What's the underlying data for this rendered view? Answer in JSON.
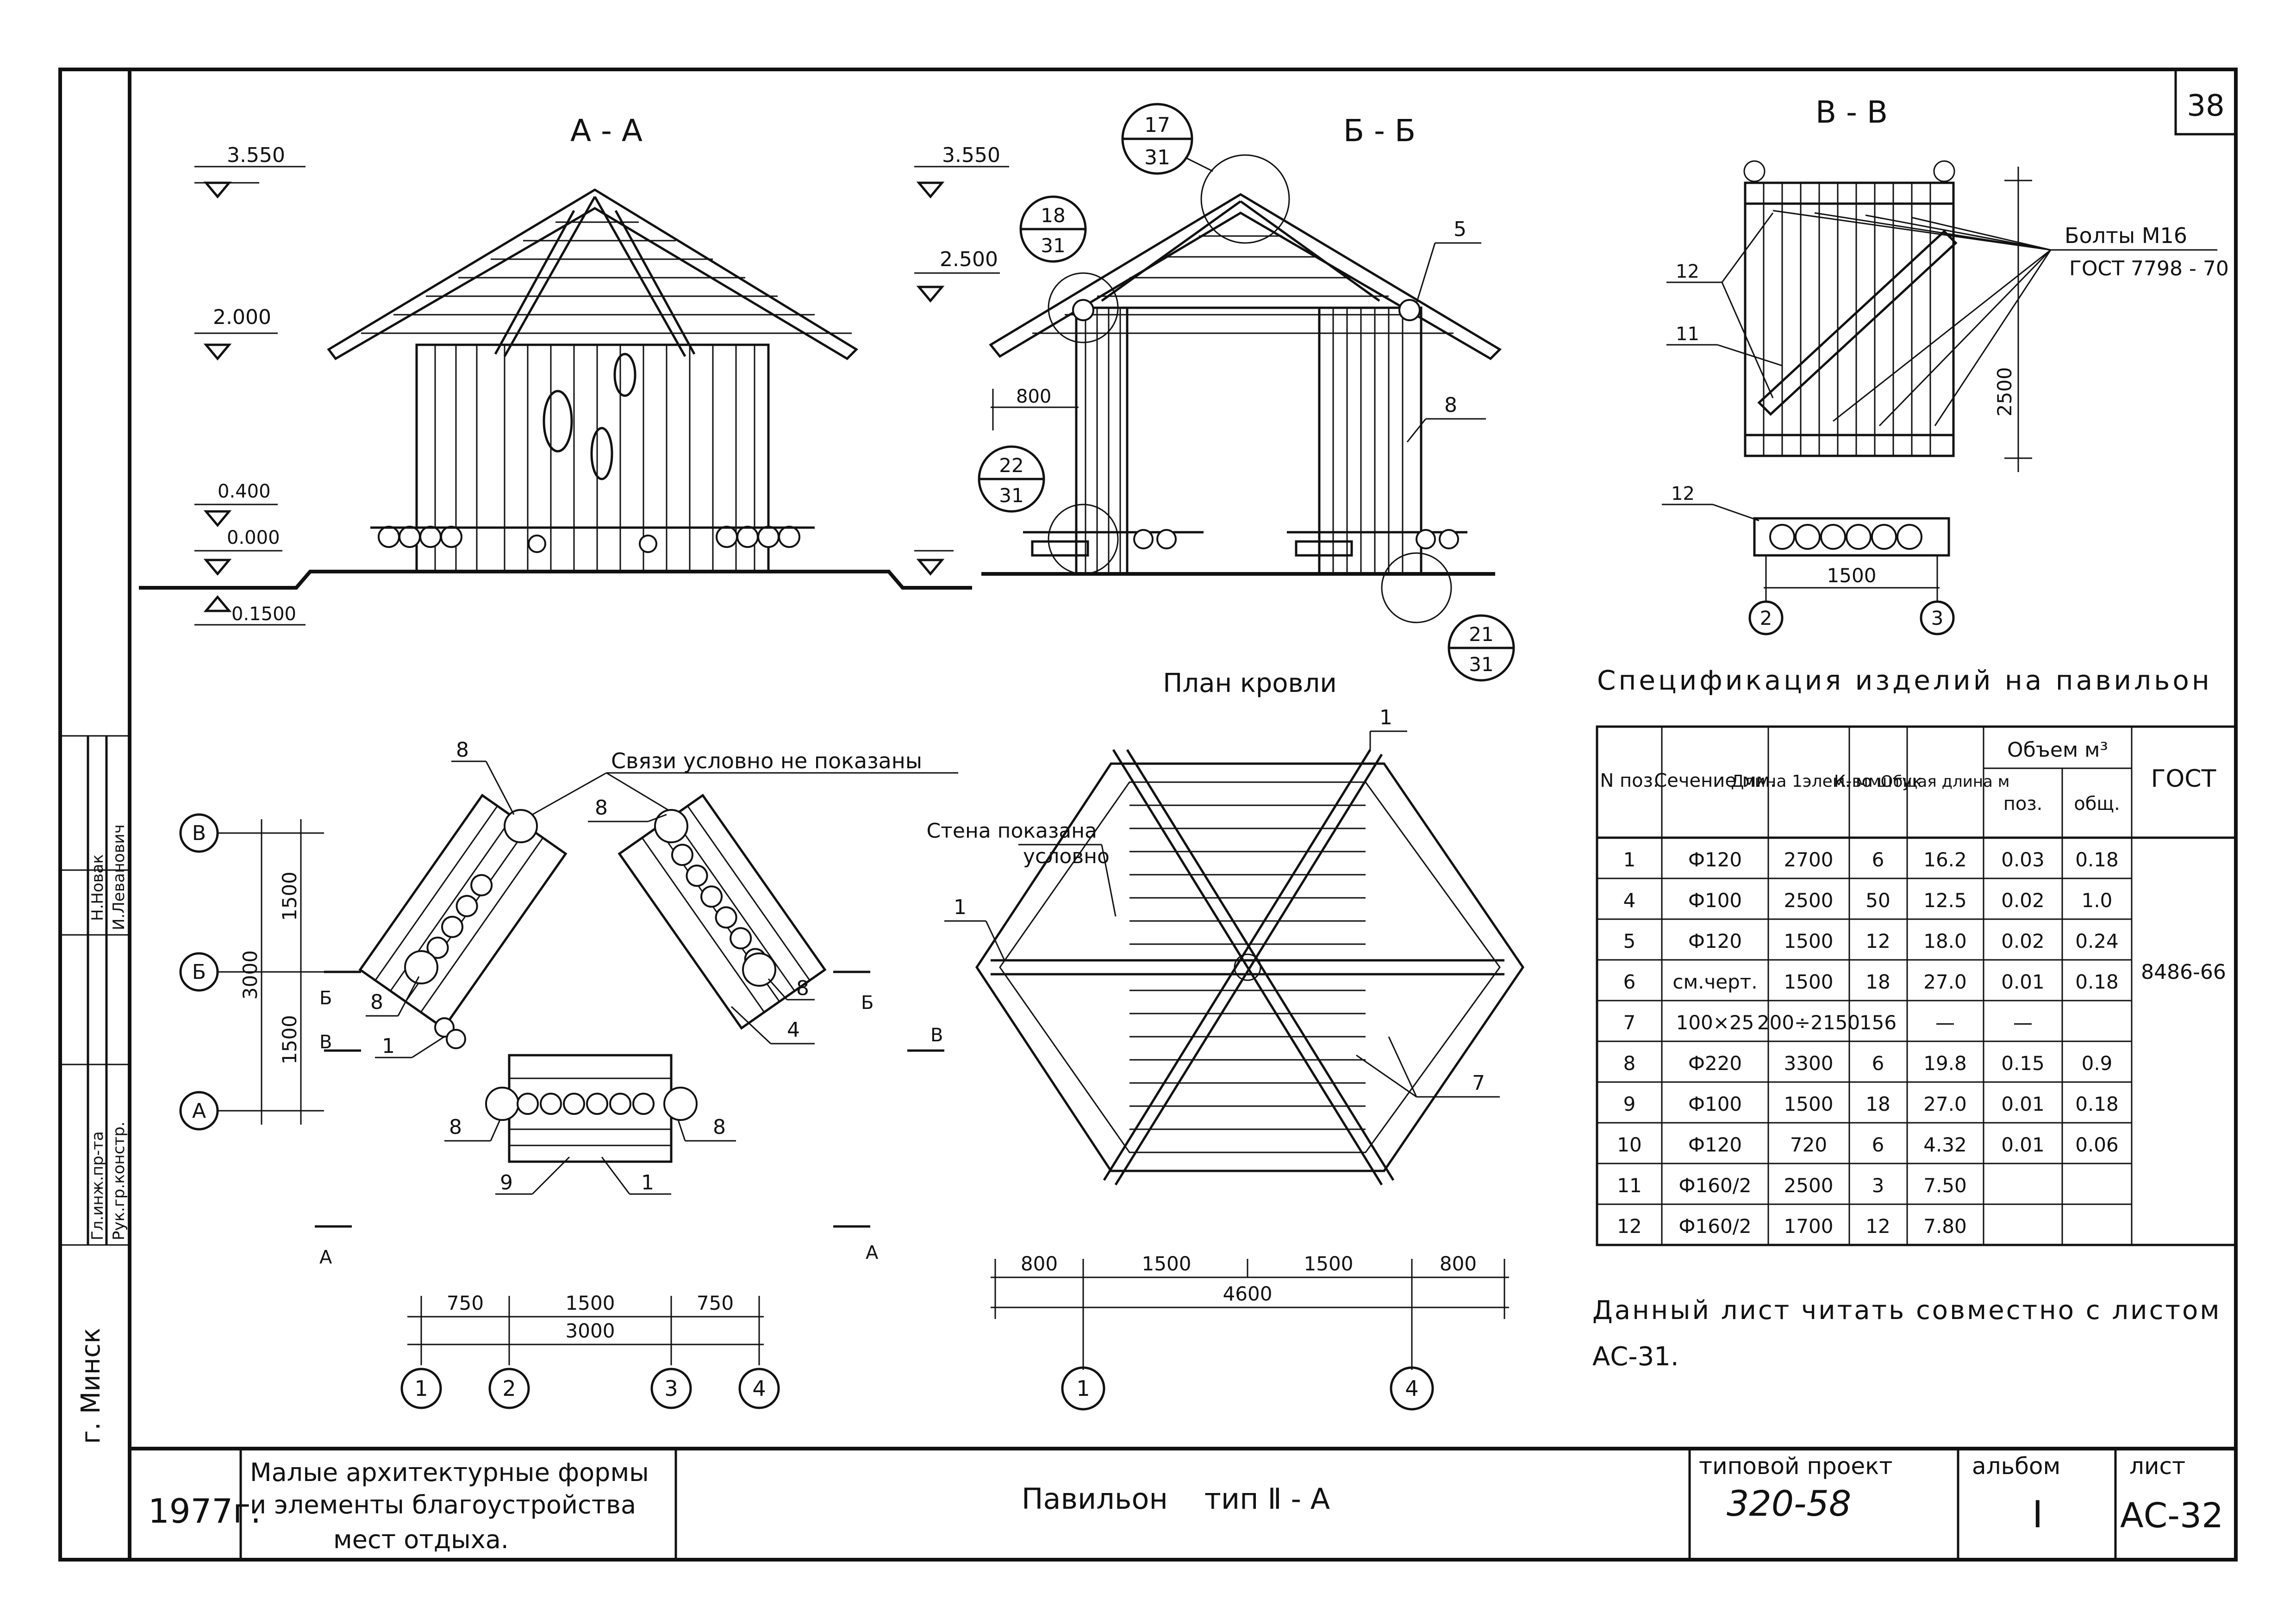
{
  "sheet_number": "38",
  "sections": {
    "aa": "А - А",
    "bb": "Б - Б",
    "vv": "В - В",
    "roof_plan": "План кровли"
  },
  "levels": {
    "top": "3.550",
    "mid": "2.000",
    "mid_bb": "2.500",
    "seat": "0.400",
    "ground": "0.000",
    "below": "0.1500"
  },
  "callouts": [
    {
      "num": "17",
      "sheet": "31"
    },
    {
      "num": "18",
      "sheet": "31"
    },
    {
      "num": "22",
      "sheet": "31"
    },
    {
      "num": "21",
      "sheet": "31"
    }
  ],
  "labels": {
    "pos1": "1",
    "pos4": "4",
    "pos5": "5",
    "pos7": "7",
    "pos8": "8",
    "pos9": "9",
    "pos11": "11",
    "pos12": "12",
    "bolts": "Болты М16",
    "bolts_gost": "ГОСТ 7798 - 70",
    "ties": "Связи условно не показаны",
    "wall_note_1": "Стена показана",
    "wall_note_2": "условно",
    "dim_2500": "2500",
    "dim_1500": "1500",
    "dim_800": "800",
    "dim_3000": "3000",
    "dim_750": "750",
    "dim_4600": "4600"
  },
  "axes": {
    "a": "А",
    "b": "Б",
    "v": "В",
    "n1": "1",
    "n2": "2",
    "n3": "3",
    "n4": "4"
  },
  "spec": {
    "title": "Спецификация изделий на павильон",
    "headers": {
      "num": "N поз.",
      "section": "Сечение мм.",
      "length": "Длина 1элем. мм.",
      "count": "К-во штук",
      "total": "Общая длина м",
      "volume": "Объем м³",
      "vol_pos": "поз.",
      "vol_total": "общ.",
      "gost": "ГОСТ"
    },
    "rows": [
      [
        "1",
        "Ф120",
        "2700",
        "6",
        "16.2",
        "0.03",
        "0.18"
      ],
      [
        "4",
        "Ф100",
        "2500",
        "50",
        "12.5",
        "0.02",
        "1.0"
      ],
      [
        "5",
        "Ф120",
        "1500",
        "12",
        "18.0",
        "0.02",
        "0.24"
      ],
      [
        "6",
        "см.черт.",
        "1500",
        "18",
        "27.0",
        "0.01",
        "0.18"
      ],
      [
        "7",
        "100×25",
        "200÷2150",
        "156",
        "—",
        "—",
        ""
      ],
      [
        "8",
        "Ф220",
        "3300",
        "6",
        "19.8",
        "0.15",
        "0.9"
      ],
      [
        "9",
        "Ф100",
        "1500",
        "18",
        "27.0",
        "0.01",
        "0.18"
      ],
      [
        "10",
        "Ф120",
        "720",
        "6",
        "4.32",
        "0.01",
        "0.06"
      ],
      [
        "11",
        "Ф160/2",
        "2500",
        "3",
        "7.50",
        "",
        ""
      ],
      [
        "12",
        "Ф160/2",
        "1700",
        "12",
        "7.80",
        "",
        ""
      ]
    ],
    "gost_value": "8486-66"
  },
  "note": {
    "line1": "Данный лист читать совместно с листом",
    "line2": "АС-31."
  },
  "stamp_side": {
    "city": "г. Минск",
    "roles": [
      "Гл.инж.пр-та",
      "Рук.гр.констр."
    ],
    "names": [
      "Н.Новак",
      "И.Леванович"
    ]
  },
  "title_block": {
    "year": "1977г.",
    "series_1": "Малые архитектурные формы",
    "series_2": "и элементы благоустройства",
    "series_3": "мест отдыха.",
    "name": "Павильон    тип Ⅱ - А",
    "project_label": "типовой проект",
    "project": "320-58",
    "album_label": "альбом",
    "album": "Ⅰ",
    "sheet_label": "лист",
    "sheet": "АС-32"
  }
}
